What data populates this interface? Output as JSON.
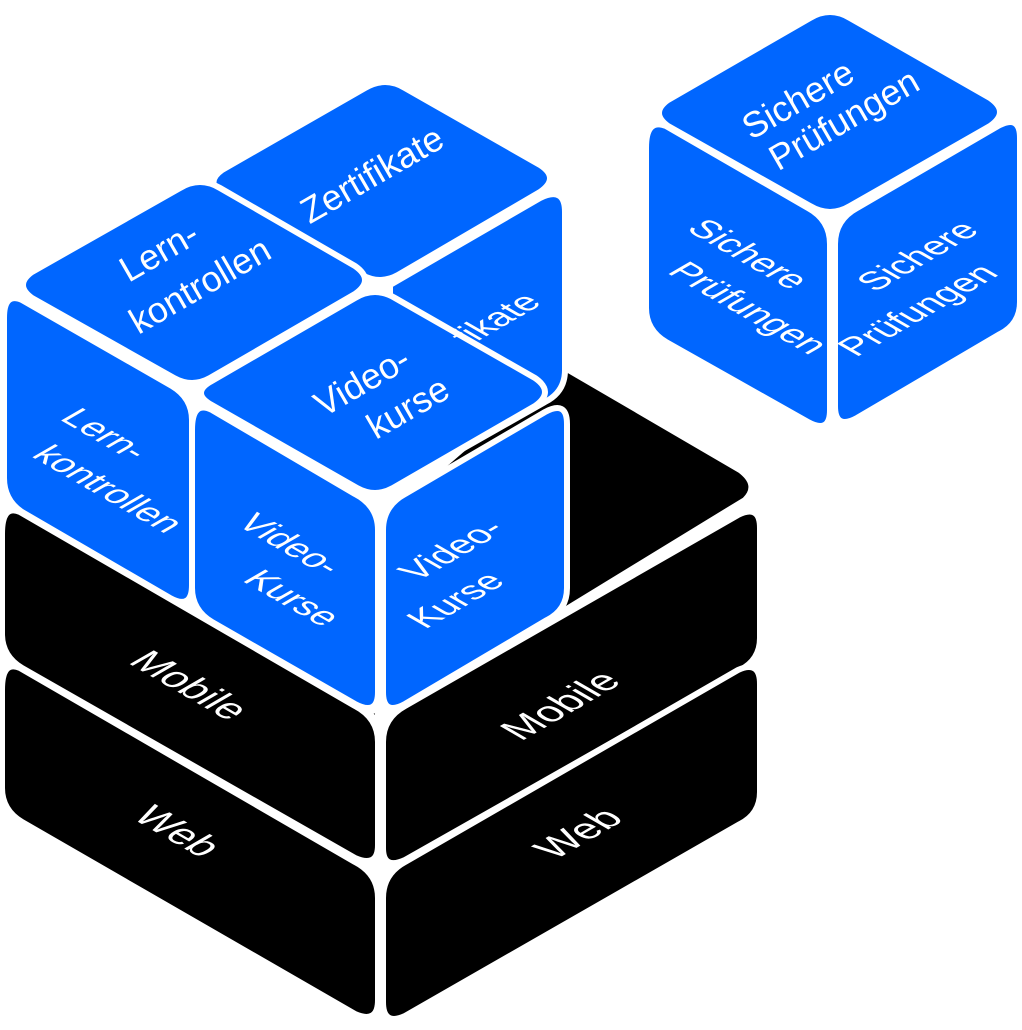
{
  "colors": {
    "blue": "#0066ff",
    "black": "#000000",
    "seam": "#ffffff"
  },
  "base": {
    "web_left": "Web",
    "web_right": "Web",
    "mobile_left": "Mobile",
    "mobile_right": "Mobile"
  },
  "cube_lernkontrollen": {
    "top_line1": "Lern-",
    "top_line2": "kontrollen",
    "front_line1": "Lern-",
    "front_line2": "kontrollen"
  },
  "cube_zertifikate": {
    "top": "Zertifikate",
    "right_visible": "fikate"
  },
  "cube_videokurse": {
    "top_line1": "Video-",
    "top_line2": "kurse",
    "left_line1": "Video-",
    "left_line2": "Kurse",
    "right_line1": "Video-",
    "right_line2": "Kurse"
  },
  "cube_pruefungen": {
    "top_line1": "Sichere",
    "top_line2": "Prüfungen",
    "left_line1": "Sichere",
    "left_line2": "Prüfungen",
    "right_line1": "Sichere",
    "right_line2": "Prüfungen"
  }
}
